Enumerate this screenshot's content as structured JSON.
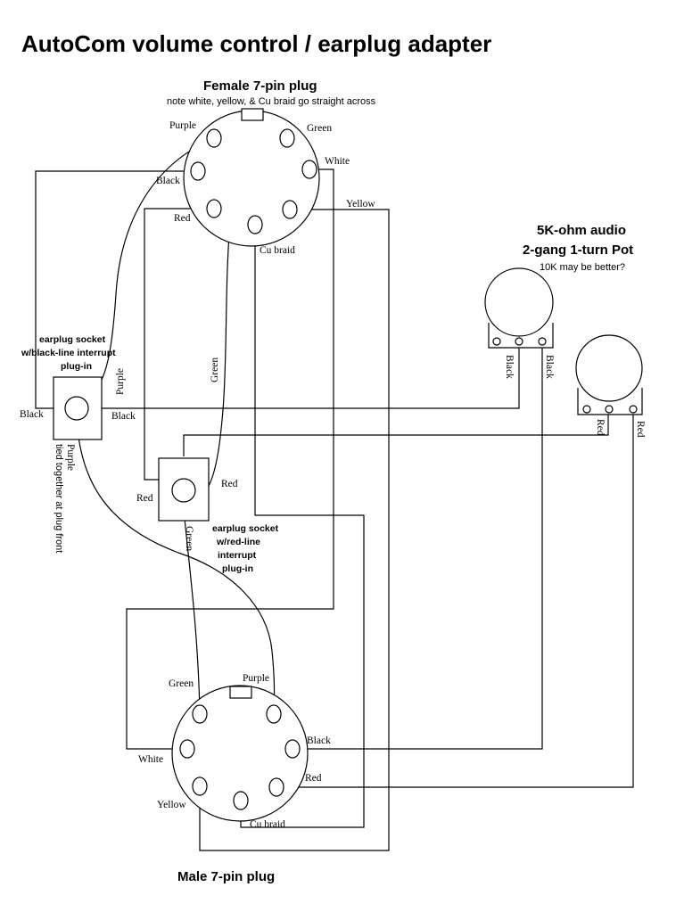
{
  "title": "AutoCom volume control / earplug adapter",
  "female_plug": {
    "title": "Female 7-pin plug",
    "note": "note white, yellow, & Cu braid go straight across",
    "pins": {
      "purple": "Purple",
      "green": "Green",
      "white": "White",
      "black": "Black",
      "red": "Red",
      "yellow": "Yellow",
      "cu_braid": "Cu braid"
    }
  },
  "male_plug": {
    "title": "Male 7-pin plug",
    "pins": {
      "green": "Green",
      "purple": "Purple",
      "white": "White",
      "black": "Black",
      "red": "Red",
      "yellow": "Yellow",
      "cu_braid": "Cu braid"
    }
  },
  "pot": {
    "line1": "5K-ohm audio",
    "line2": "2-gang 1-turn Pot",
    "note": "10K may be better?",
    "gang1_label_a": "Black",
    "gang1_label_b": "Black",
    "gang2_label_a": "Red",
    "gang2_label_b": "Red"
  },
  "socket_black": {
    "line1": "earplug socket",
    "line2": "w/black-line interrupt",
    "line3": "plug-in",
    "left_label": "Black",
    "right_label": "Black",
    "purple_top": "Purple",
    "purple_bottom": "Purple",
    "tied_note": "tied together at plug front"
  },
  "socket_red": {
    "line1": "earplug socket",
    "line2": "w/red-line",
    "line3": "interrupt",
    "line4": "plug-in",
    "left_label": "Red",
    "right_label": "Red",
    "green_top": "Green",
    "green_bottom": "Green"
  }
}
